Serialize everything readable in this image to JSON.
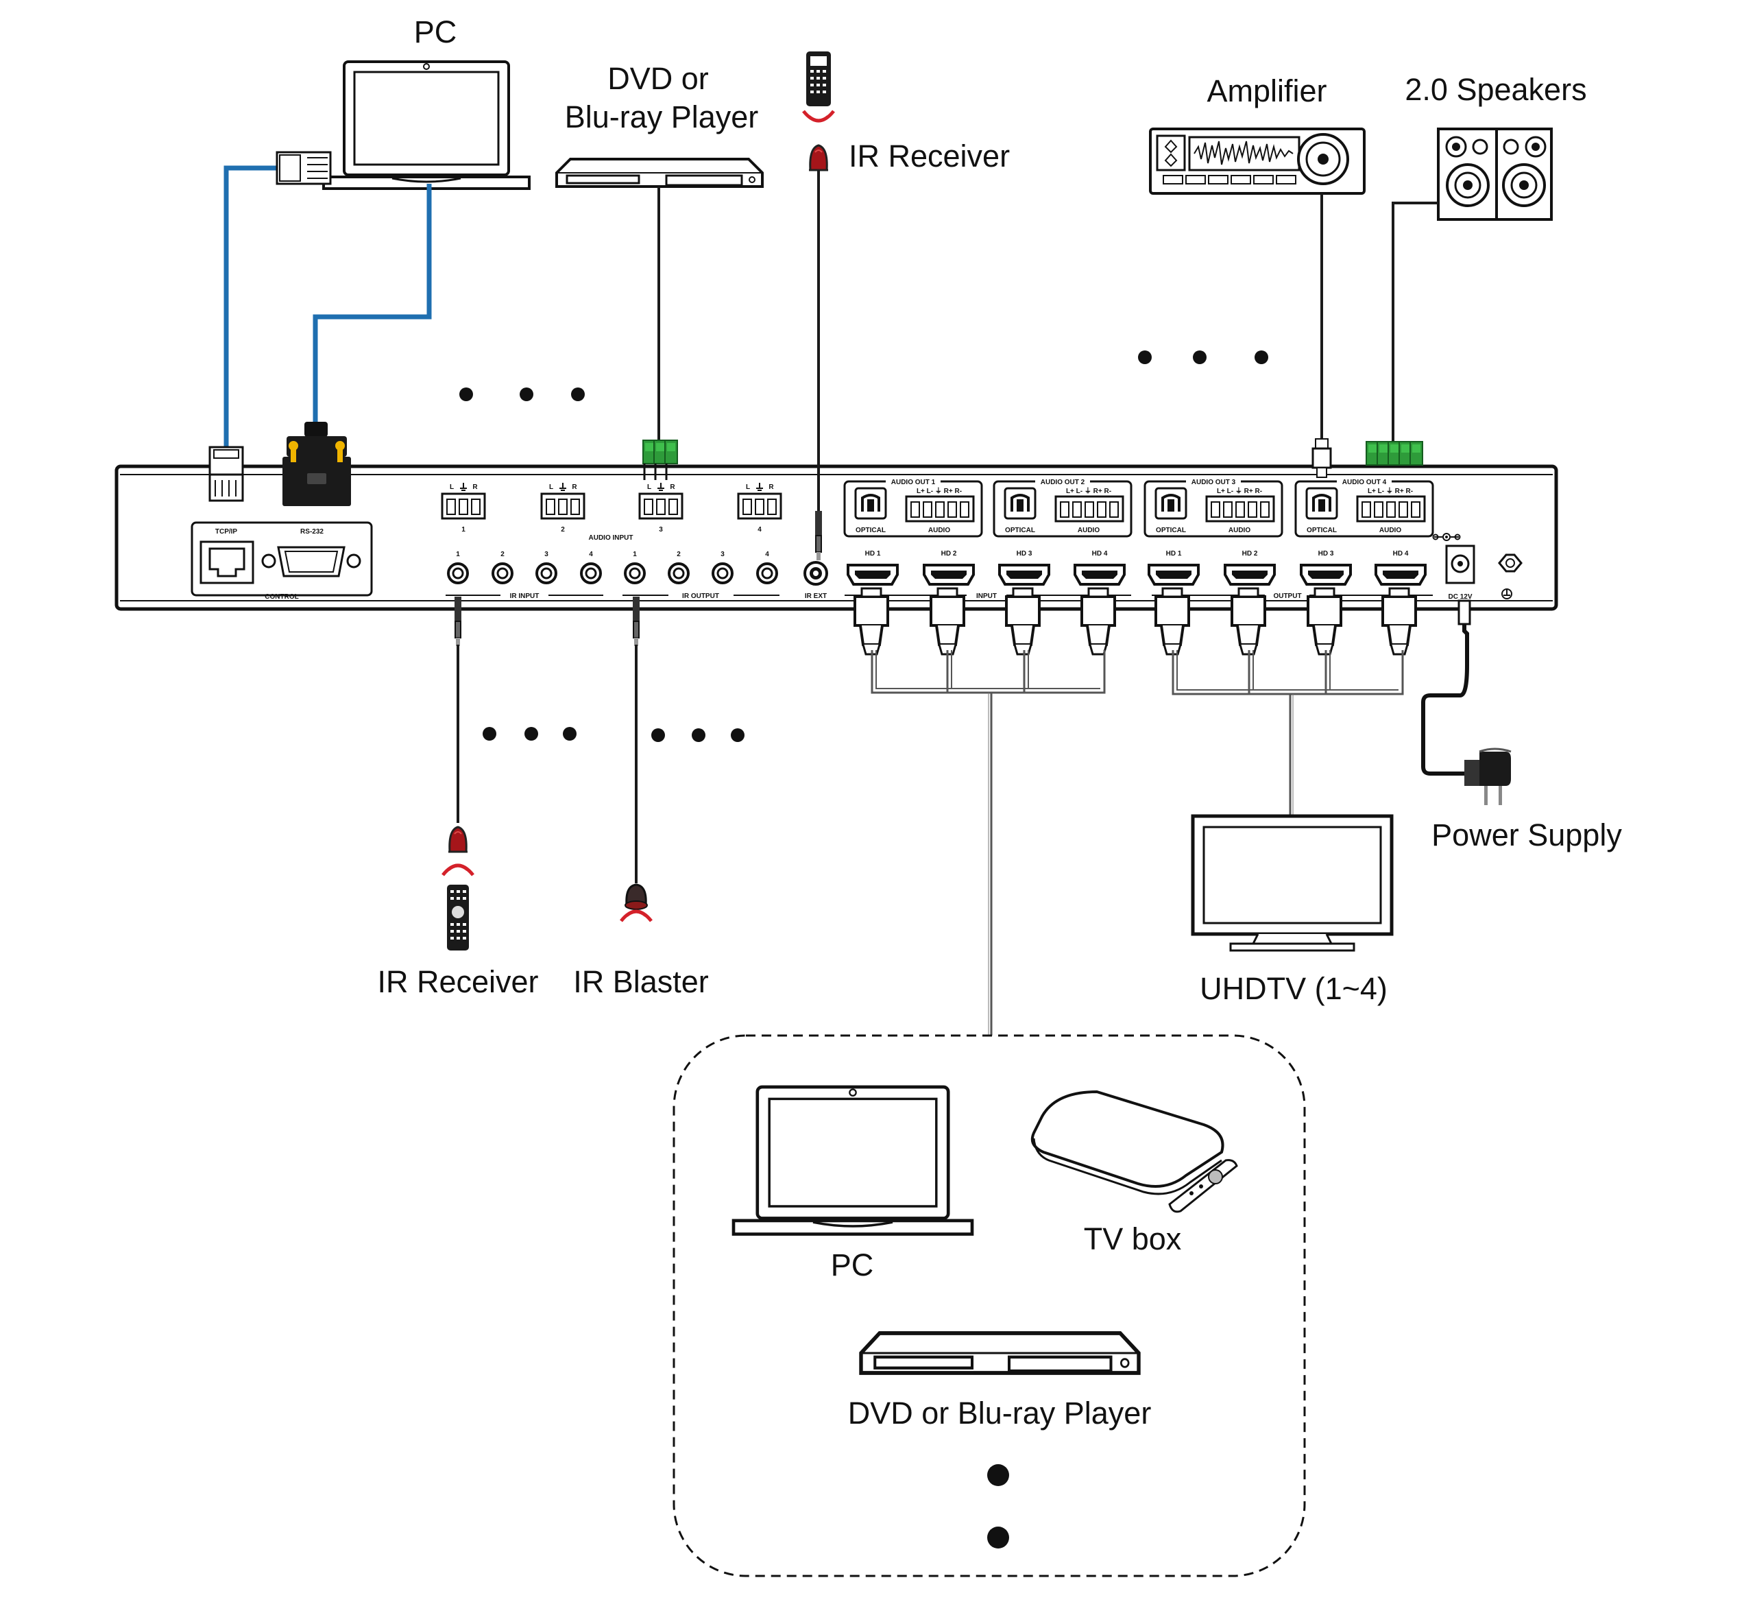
{
  "labels": {
    "pc_top": "PC",
    "dvd_top_line1": "DVD or",
    "dvd_top_line2": "Blu-ray Player",
    "ir_receiver_top": "IR Receiver",
    "amplifier": "Amplifier",
    "speakers": "2.0 Speakers",
    "ir_receiver_bottom": "IR Receiver",
    "ir_blaster": "IR Blaster",
    "power_supply": "Power Supply",
    "uhdtv": "UHDTV (1~4)",
    "pc_sources": "PC",
    "tv_box": "TV box",
    "dvd_sources": "DVD or Blu-ray Player"
  },
  "panel": {
    "tcpip": "TCP/IP",
    "rs232": "RS-232",
    "control": "CONTROL",
    "audio_input": "AUDIO INPUT",
    "audio_in_l": "L",
    "audio_in_r": "R",
    "audio_in_ports": [
      "1",
      "2",
      "3",
      "4"
    ],
    "ir_input": "IR INPUT",
    "ir_output": "IR OUTPUT",
    "ir_in_ports": [
      "1",
      "2",
      "3",
      "4"
    ],
    "ir_out_ports": [
      "1",
      "2",
      "3",
      "4"
    ],
    "ir_ext": "IR EXT",
    "audio_outs": [
      {
        "title": "AUDIO OUT 1",
        "pins": "L+ L-  ⏚  R+ R-",
        "optical": "OPTICAL",
        "audio": "AUDIO"
      },
      {
        "title": "AUDIO OUT 2",
        "pins": "L+ L-  ⏚  R+ R-",
        "optical": "OPTICAL",
        "audio": "AUDIO"
      },
      {
        "title": "AUDIO OUT 3",
        "pins": "L+ L-  ⏚  R+ R-",
        "optical": "OPTICAL",
        "audio": "AUDIO"
      },
      {
        "title": "AUDIO OUT 4",
        "pins": "L+ L-  ⏚  R+ R-",
        "optical": "OPTICAL",
        "audio": "AUDIO"
      }
    ],
    "hdmi_in": [
      "HD 1",
      "HD 2",
      "HD 3",
      "HD 4"
    ],
    "hdmi_out": [
      "HD 1",
      "HD 2",
      "HD 3",
      "HD 4"
    ],
    "input": "INPUT",
    "output": "OUTPUT",
    "dc": "DC 12V"
  },
  "colors": {
    "network_cable": "#1f6fb0",
    "terminal_green": "#2e9b3a",
    "ir_red": "#b3171b",
    "line": "#1a1a1a"
  }
}
